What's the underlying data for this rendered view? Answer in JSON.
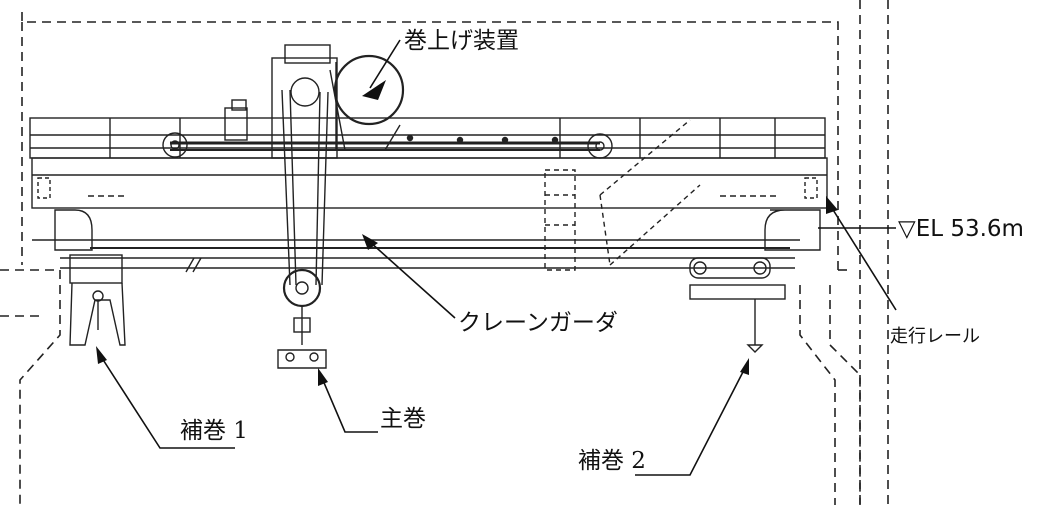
{
  "labels": {
    "hoist": "巻上げ装置",
    "elevation": "▽EL 53.6m",
    "rail": "走行レール",
    "girder": "クレーンガーダ",
    "aux_hoist_1": "補巻 1",
    "main_hoist": "主巻",
    "aux_hoist_2": "補巻 2"
  }
}
